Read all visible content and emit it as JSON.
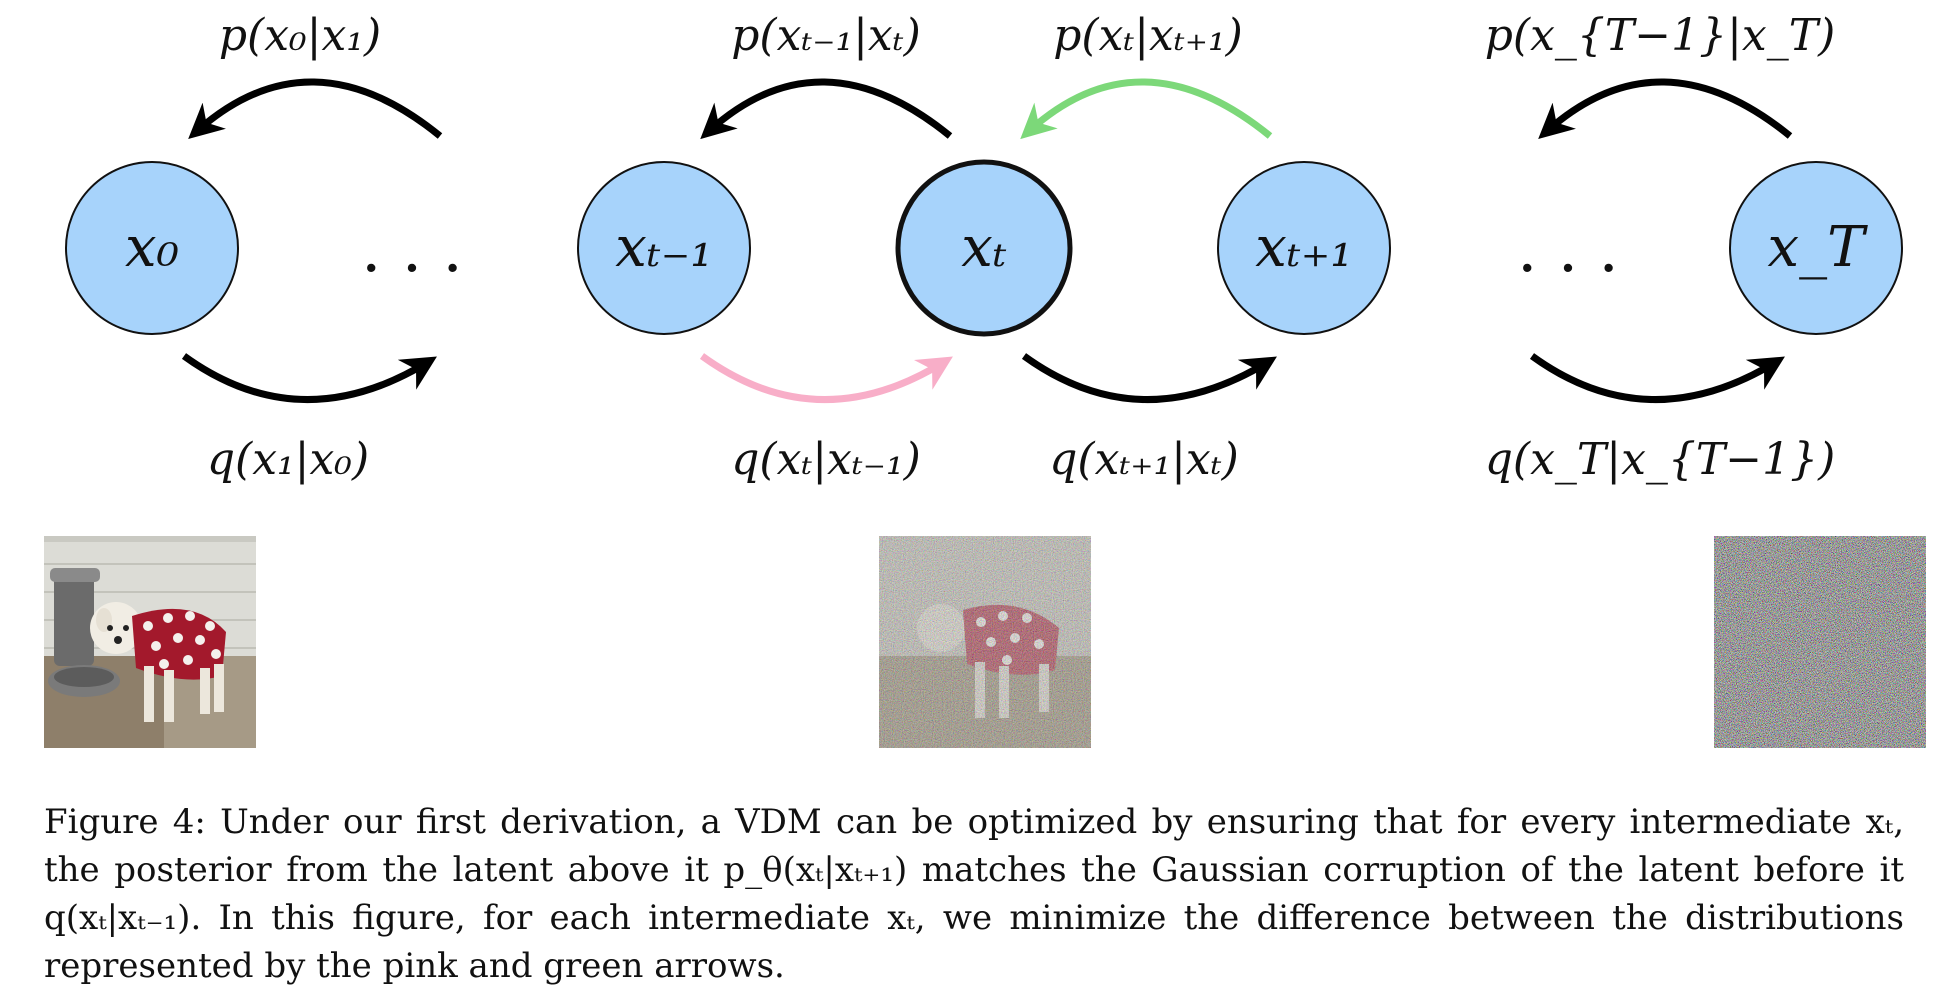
{
  "colors": {
    "node_fill": "#a7d3fb",
    "node_stroke": "#111111",
    "arrow_default": "#000000",
    "arrow_pink": "#f8aec8",
    "arrow_green": "#7cd879"
  },
  "nodes": {
    "x0": "x₀",
    "x_t_minus_1": "xₜ₋₁",
    "x_t": "xₜ",
    "x_t_plus_1": "xₜ₊₁",
    "x_T": "x_T"
  },
  "ellipsis": "· · ·",
  "edges": {
    "p_x0_x1": "p(x₀|x₁)",
    "p_xtm1_xt": "p(xₜ₋₁|xₜ)",
    "p_xt_xtp1": "p(xₜ|xₜ₊₁)",
    "p_xTm1_xT": "p(x_{T−1}|x_T)",
    "q_x1_x0": "q(x₁|x₀)",
    "q_xt_xtm1": "q(xₜ|xₜ₋₁)",
    "q_xtp1_xt": "q(xₜ₊₁|xₜ)",
    "q_xT_xTm1": "q(x_T|x_{T−1})"
  },
  "caption": {
    "figure_label": "Figure 4:",
    "text": "Under our first derivation, a VDM can be optimized by ensuring that for every intermediate xₜ, the posterior from the latent above it p_θ(xₜ|xₜ₊₁) matches the Gaussian corruption of the latent before it q(xₜ|xₜ₋₁). In this figure, for each intermediate xₜ, we minimize the difference between the distributions represented by the pink and green arrows."
  }
}
